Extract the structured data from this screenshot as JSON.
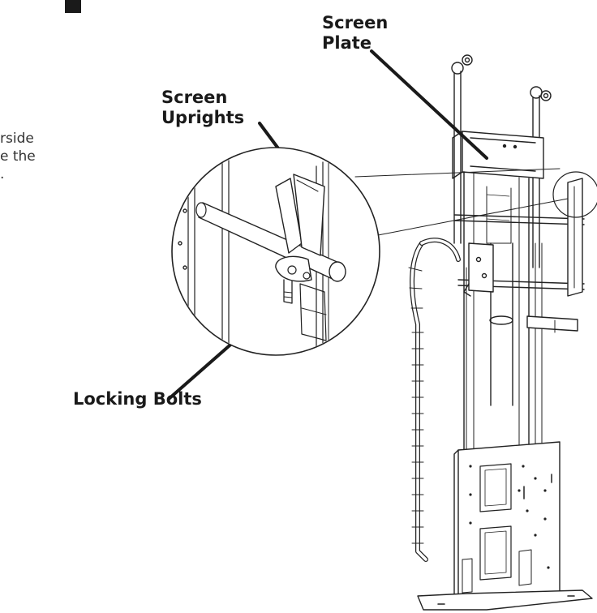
{
  "labels": {
    "screen_plate": [
      "Screen",
      "Plate"
    ],
    "screen_uprights": [
      "Screen",
      "Uprights"
    ],
    "locking_bolts": "Locking Bolts"
  },
  "cutoff_text": [
    "rside",
    "e the",
    "."
  ],
  "colors": {
    "ink": "#1a1a1a",
    "line": "#222222",
    "background": "#ffffff"
  }
}
